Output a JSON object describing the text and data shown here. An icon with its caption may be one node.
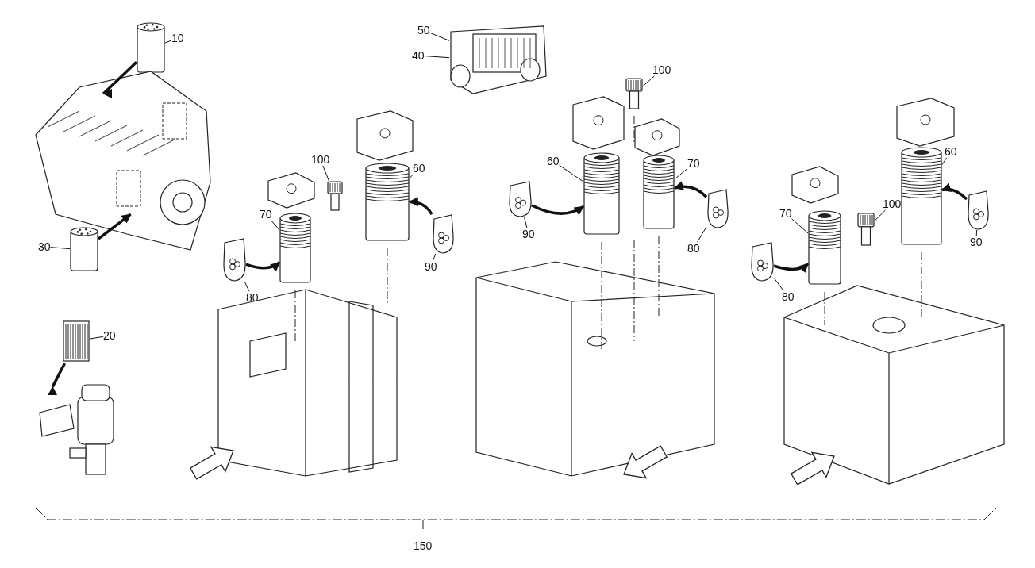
{
  "diagram": {
    "nodes": [
      {
        "text": [
          "10"
        ]
      },
      {
        "text": [],
        "shape": "picture"
      },
      {
        "text": [],
        "shape": "picture"
      },
      {
        "text": [
          "30"
        ]
      },
      {
        "text": [],
        "shape": "picture"
      },
      {
        "text": [
          "20"
        ]
      },
      {
        "text": [],
        "shape": "picture"
      },
      {
        "text": [],
        "shape": "picture"
      },
      {
        "text": [
          "50"
        ]
      },
      {
        "text": [
          "40"
        ]
      },
      {
        "text": [],
        "shape": "picture"
      },
      {
        "text": [
          "100"
        ]
      },
      {
        "text": [],
        "shape": "picture"
      },
      {
        "text": [
          "70"
        ]
      },
      {
        "text": [],
        "shape": "picture"
      },
      {
        "text": [
          "60"
        ]
      },
      {
        "text": [],
        "shape": "picture"
      },
      {
        "text": [
          "80"
        ]
      },
      {
        "text": [],
        "shape": "picture"
      },
      {
        "text": [
          "90"
        ]
      },
      {
        "text": [],
        "shape": "picture"
      },
      {
        "text": [
          "100"
        ]
      },
      {
        "text": [],
        "shape": "picture"
      },
      {
        "text": [
          "60"
        ]
      },
      {
        "text": [],
        "shape": "picture"
      },
      {
        "text": [
          "70"
        ]
      },
      {
        "text": [],
        "shape": "picture"
      },
      {
        "text": [
          "90"
        ]
      },
      {
        "text": [],
        "shape": "picture"
      },
      {
        "text": [
          "80"
        ]
      },
      {
        "text": [],
        "shape": "picture"
      },
      {
        "text": [
          "70"
        ]
      },
      {
        "text": [],
        "shape": "picture"
      },
      {
        "text": [
          "100"
        ]
      },
      {
        "text": [],
        "shape": "picture"
      },
      {
        "text": [
          "60"
        ]
      },
      {
        "text": [],
        "shape": "picture"
      },
      {
        "text": [
          "80"
        ]
      },
      {
        "text": [],
        "shape": "picture"
      },
      {
        "text": [
          "90"
        ]
      },
      {
        "text": [],
        "shape": "picture"
      }
    ],
    "edges": [
      {
        "from": 0,
        "to": 1,
        "arrow": "none"
      },
      {
        "from": 1,
        "to": 2,
        "arrow": "to",
        "style": "thick"
      },
      {
        "from": 3,
        "to": 4,
        "arrow": "none"
      },
      {
        "from": 4,
        "to": 2,
        "arrow": "to",
        "style": "thick"
      },
      {
        "from": 5,
        "to": 6,
        "arrow": "none"
      },
      {
        "from": 6,
        "to": 7,
        "arrow": "to",
        "style": "thick"
      },
      {
        "from": 8,
        "to": 10,
        "arrow": "none"
      },
      {
        "from": 9,
        "to": 10,
        "arrow": "none"
      },
      {
        "from": 11,
        "to": 12,
        "arrow": "none"
      },
      {
        "from": 13,
        "to": 14,
        "arrow": "none"
      },
      {
        "from": 15,
        "to": 16,
        "arrow": "none"
      },
      {
        "from": 17,
        "to": 18,
        "arrow": "none"
      },
      {
        "from": 19,
        "to": 20,
        "arrow": "none"
      },
      {
        "from": 18,
        "to": 14,
        "arrow": "to",
        "style": "thick"
      },
      {
        "from": 20,
        "to": 16,
        "arrow": "to",
        "style": "thick"
      },
      {
        "from": 21,
        "to": 22,
        "arrow": "none"
      },
      {
        "from": 23,
        "to": 24,
        "arrow": "none"
      },
      {
        "from": 25,
        "to": 26,
        "arrow": "none"
      },
      {
        "from": 27,
        "to": 28,
        "arrow": "none"
      },
      {
        "from": 29,
        "to": 30,
        "arrow": "none"
      },
      {
        "from": 28,
        "to": 24,
        "arrow": "to",
        "style": "thick"
      },
      {
        "from": 30,
        "to": 26,
        "arrow": "to",
        "style": "thick"
      },
      {
        "from": 31,
        "to": 32,
        "arrow": "none"
      },
      {
        "from": 33,
        "to": 34,
        "arrow": "none"
      },
      {
        "from": 35,
        "to": 36,
        "arrow": "none"
      },
      {
        "from": 37,
        "to": 38,
        "arrow": "none"
      },
      {
        "from": 39,
        "to": 40,
        "arrow": "none"
      },
      {
        "from": 38,
        "to": 32,
        "arrow": "to",
        "style": "thick"
      },
      {
        "from": 40,
        "to": 36,
        "arrow": "to",
        "style": "thick"
      }
    ],
    "labels": [
      "150"
    ]
  }
}
